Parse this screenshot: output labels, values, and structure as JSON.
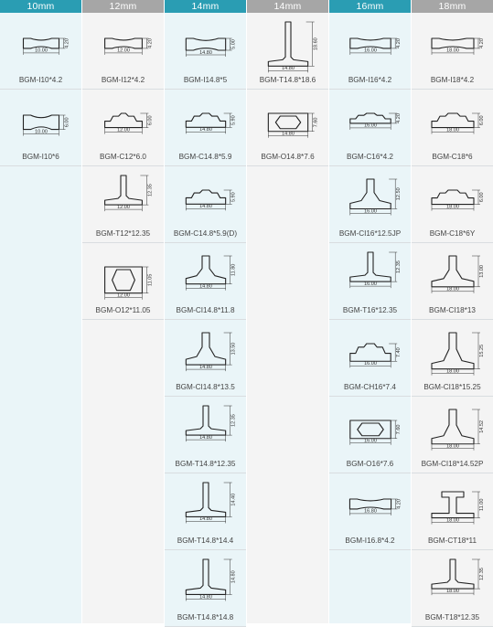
{
  "columns": [
    {
      "header": "10mm",
      "accent": "#2a9db3",
      "bg": "#eaf5f8",
      "items": [
        "BGM-I10*4.2",
        "BGM-I10*6"
      ],
      "shapes": [
        "I",
        "I"
      ],
      "dims": [
        [
          "10.00",
          "4.20"
        ],
        [
          "10.00",
          "6.00"
        ]
      ]
    },
    {
      "header": "12mm",
      "accent": "#a6a6a6",
      "bg": "#f4f4f4",
      "items": [
        "BGM-I12*4.2",
        "BGM-C12*6.0",
        "BGM-T12*12.35",
        "BGM-O12*11.05"
      ],
      "shapes": [
        "I",
        "C",
        "T",
        "O"
      ],
      "dims": [
        [
          "12.00",
          "4.20"
        ],
        [
          "12.00",
          "6.00"
        ],
        [
          "12.00",
          "12.35"
        ],
        [
          "12.00",
          "11.05"
        ]
      ]
    },
    {
      "header": "14mm",
      "accent": "#2a9db3",
      "bg": "#eaf5f8",
      "items": [
        "BGM-I14.8*5",
        "BGM-C14.8*5.9",
        "BGM-C14.8*5.9(D)",
        "BGM-CI14.8*11.8",
        "BGM-CI14.8*13.5",
        "BGM-T14.8*12.35",
        "BGM-T14.8*14.4",
        "BGM-T14.8*14.8"
      ],
      "shapes": [
        "I",
        "C",
        "C",
        "CI",
        "CI",
        "T",
        "T",
        "T"
      ],
      "dims": [
        [
          "14.80",
          "5.00"
        ],
        [
          "14.80",
          "5.90"
        ],
        [
          "14.80",
          "5.90"
        ],
        [
          "14.80",
          "11.80"
        ],
        [
          "14.80",
          "13.50"
        ],
        [
          "14.80",
          "12.35"
        ],
        [
          "14.80",
          "14.40"
        ],
        [
          "14.80",
          "14.80"
        ]
      ]
    },
    {
      "header": "14mm",
      "accent": "#a6a6a6",
      "bg": "#f4f4f4",
      "items": [
        "BGM-T14.8*18.6",
        "BGM-O14.8*7.6"
      ],
      "shapes": [
        "T",
        "O"
      ],
      "dims": [
        [
          "14.80",
          "18.60"
        ],
        [
          "14.80",
          "7.60"
        ]
      ]
    },
    {
      "header": "16mm",
      "accent": "#2a9db3",
      "bg": "#eaf5f8",
      "items": [
        "BGM-I16*4.2",
        "BGM-C16*4.2",
        "BGM-CI16*12.5JP",
        "BGM-T16*12.35",
        "BGM-CH16*7.4",
        "BGM-O16*7.6",
        "BGM-I16.8*4.2"
      ],
      "shapes": [
        "I",
        "C",
        "CI",
        "T",
        "C",
        "O",
        "I"
      ],
      "dims": [
        [
          "16.00",
          "4.20"
        ],
        [
          "16.00",
          "4.20"
        ],
        [
          "16.00",
          "12.50"
        ],
        [
          "16.00",
          "12.35"
        ],
        [
          "16.00",
          "7.40"
        ],
        [
          "16.00",
          "7.60"
        ],
        [
          "16.80",
          "4.20"
        ]
      ]
    },
    {
      "header": "18mm",
      "accent": "#a6a6a6",
      "bg": "#f4f4f4",
      "items": [
        "BGM-I18*4.2",
        "BGM-C18*6",
        "BGM-C18*6Y",
        "BGM-CI18*13",
        "BGM-CI18*15.25",
        "BGM-CI18*14.52P",
        "BGM-CT18*11",
        "BGM-T18*12.35"
      ],
      "shapes": [
        "I",
        "C",
        "C",
        "CI",
        "CI",
        "CI",
        "CT",
        "T"
      ],
      "dims": [
        [
          "18.00",
          "4.20"
        ],
        [
          "18.00",
          "6.00"
        ],
        [
          "18.00",
          "6.00"
        ],
        [
          "18.00",
          "13.00"
        ],
        [
          "18.00",
          "15.25"
        ],
        [
          "18.00",
          "14.52"
        ],
        [
          "18.00",
          "11.00"
        ],
        [
          "18.00",
          "12.35"
        ]
      ]
    }
  ]
}
